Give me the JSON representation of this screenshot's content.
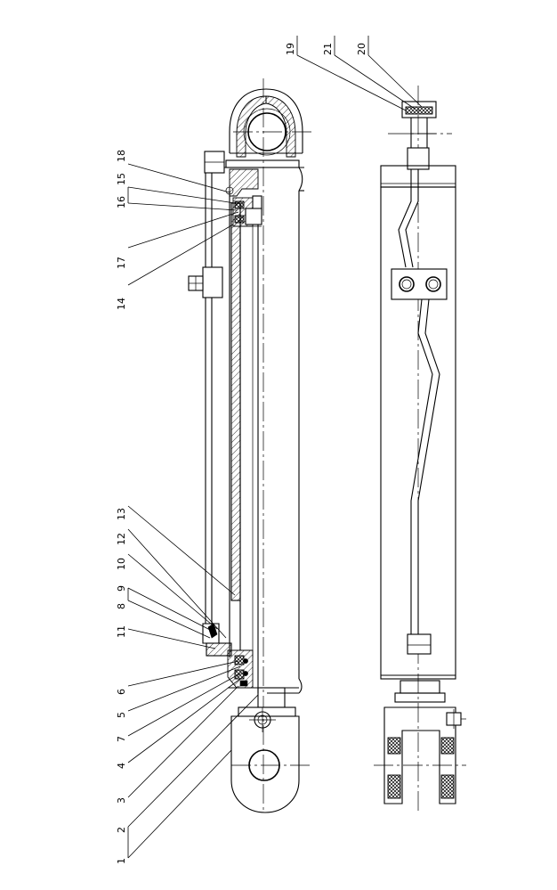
{
  "labels": [
    {
      "id": "p1",
      "text": "1"
    },
    {
      "id": "p2",
      "text": "2"
    },
    {
      "id": "p3",
      "text": "3"
    },
    {
      "id": "p4",
      "text": "4"
    },
    {
      "id": "p7",
      "text": "7"
    },
    {
      "id": "p5",
      "text": "5"
    },
    {
      "id": "p6",
      "text": "6"
    },
    {
      "id": "p11",
      "text": "11"
    },
    {
      "id": "p8",
      "text": "8"
    },
    {
      "id": "p9",
      "text": "9"
    },
    {
      "id": "p10",
      "text": "10"
    },
    {
      "id": "p12",
      "text": "12"
    },
    {
      "id": "p13",
      "text": "13"
    },
    {
      "id": "p14",
      "text": "14"
    },
    {
      "id": "p17",
      "text": "17"
    },
    {
      "id": "p16",
      "text": "16"
    },
    {
      "id": "p15",
      "text": "15"
    },
    {
      "id": "p18",
      "text": "18"
    },
    {
      "id": "p19",
      "text": "19"
    },
    {
      "id": "p21",
      "text": "21"
    },
    {
      "id": "p20",
      "text": "20"
    }
  ]
}
